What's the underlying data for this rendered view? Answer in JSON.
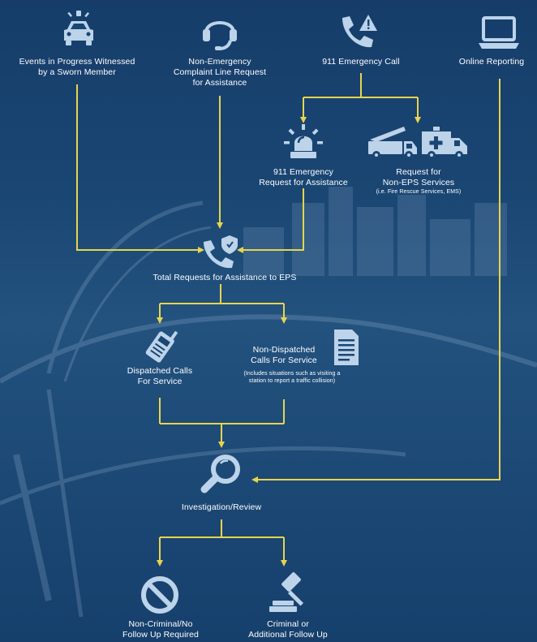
{
  "colors": {
    "background": "#1a4673",
    "icon": "#bcd3ea",
    "arrow": "#e8d44d",
    "text": "#ffffff"
  },
  "nodes": {
    "sworn": {
      "icon": "police-car-icon",
      "lines": [
        "Events in Progress Witnessed",
        "by a Sworn Member"
      ]
    },
    "nonemerg": {
      "icon": "headset-icon",
      "lines": [
        "Non-Emergency",
        "Complaint Line Request",
        "for Assistance"
      ]
    },
    "call911": {
      "icon": "phone-alert-icon",
      "lines": [
        "911 Emergency Call"
      ]
    },
    "online": {
      "icon": "laptop-icon",
      "lines": [
        "Online Reporting"
      ]
    },
    "request911": {
      "icon": "siren-icon",
      "lines": [
        "911 Emergency",
        "Request for Assistance"
      ]
    },
    "noneps": {
      "icon": "fire-ambulance-icon",
      "lines": [
        "Request for",
        "Non-EPS Services"
      ],
      "note": "(i.e. Fire Rescue Services, EMS)"
    },
    "total": {
      "icon": "phone-shield-icon",
      "lines": [
        "Total Requests for Assistance to EPS"
      ]
    },
    "dispatched": {
      "icon": "radio-icon",
      "lines": [
        "Dispatched Calls",
        "For Service"
      ]
    },
    "nondispatched": {
      "icon": "document-icon",
      "lines": [
        "Non-Dispatched",
        "Calls For Service"
      ],
      "note_lines": [
        "(Includes situations such as visiting a",
        "station to report a traffic collision)"
      ]
    },
    "investigation": {
      "icon": "magnifier-icon",
      "lines": [
        "Investigation/Review"
      ]
    },
    "noncriminal": {
      "icon": "no-entry-icon",
      "lines": [
        "Non-Criminal/No",
        "Follow Up Required"
      ]
    },
    "criminal": {
      "icon": "gavel-icon",
      "lines": [
        "Criminal or",
        "Additional Follow Up"
      ]
    }
  }
}
